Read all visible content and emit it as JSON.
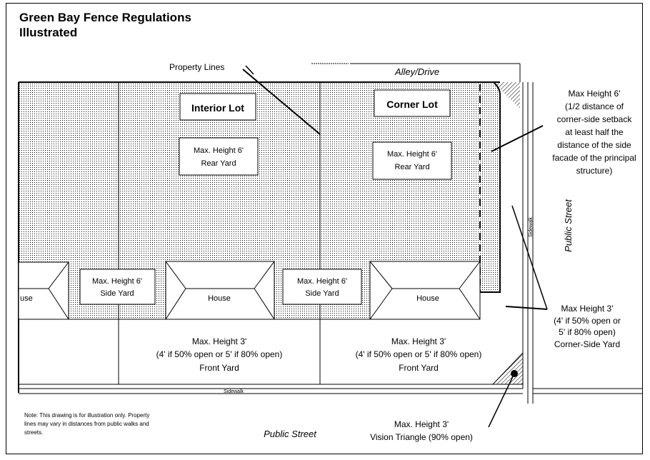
{
  "title": {
    "line1": "Green Bay Fence Regulations",
    "line2": "Illustrated"
  },
  "labels": {
    "property_lines": "Property Lines",
    "alley": "Alley/Drive",
    "interior_lot": "Interior Lot",
    "corner_lot": "Corner Lot",
    "interior_rear": [
      "Max. Height 6'",
      "Rear Yard"
    ],
    "corner_rear": [
      "Max. Height 6'",
      "Rear Yard"
    ],
    "interior_side": [
      "Max. Height 6'",
      "Side Yard"
    ],
    "corner_side_box": [
      "Max. Height 6'",
      "Side Yard"
    ],
    "house_left_partial": "use",
    "house_interior": "House",
    "house_corner": "House",
    "front_interior": [
      "Max. Height 3'",
      "(4' if 50% open or 5' if 80% open)",
      "Front Yard"
    ],
    "front_corner": [
      "Max. Height 3'",
      "(4' if 50% open or 5' if 80% open)",
      "Front Yard"
    ],
    "sidewalk_bottom": "Sidewalk",
    "sidewalk_right": "Sidewalk",
    "public_street_right": "Public Street",
    "public_street_bottom": "Public Street",
    "corner_rear_note": [
      "Max Height 6'",
      "(1/2 distance of",
      "corner-side setback",
      "at least half the",
      "distance of the side",
      "facade of the principal",
      "structure)"
    ],
    "corner_side_yard_note": [
      "Max Height 3'",
      "(4' if 50% open or",
      "5' if 80% open)",
      "Corner-Side Yard"
    ],
    "vision_triangle_note": [
      "Max. Height 3'",
      "Vision Triangle (90% open)"
    ],
    "disclaimer": [
      "Note:  This drawing is for illustration only.  Property",
      "lines may vary in distances from public walks and",
      "streets."
    ]
  }
}
